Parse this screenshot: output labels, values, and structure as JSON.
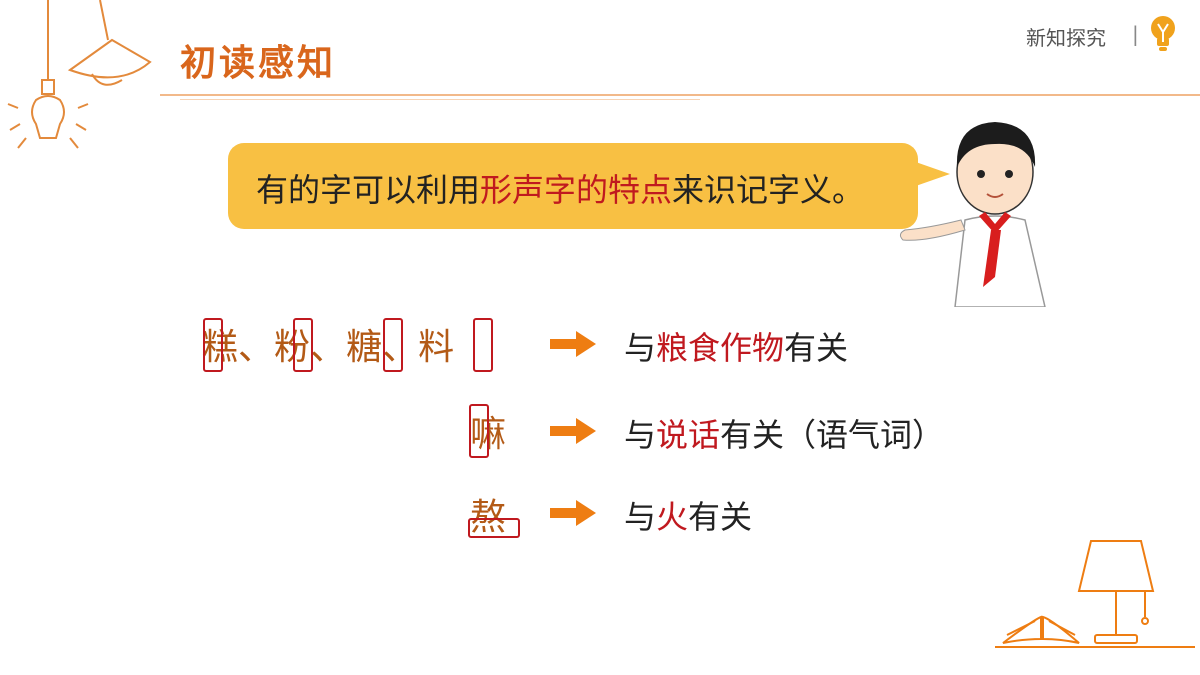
{
  "header": {
    "title": "初读感知",
    "section_tag": "新知探究",
    "separator": "|"
  },
  "bubble": {
    "text_before": "有的字可以利用",
    "text_highlight": "形声字的特点",
    "text_after": "来识记字义。"
  },
  "rows": [
    {
      "chars": [
        "糕",
        "、",
        "粉",
        "、",
        "糖",
        "、",
        "料"
      ],
      "desc_before": "与",
      "desc_highlight": "粮食作物",
      "desc_after": "有关"
    },
    {
      "chars": [
        "嘛"
      ],
      "desc_before": "与",
      "desc_highlight": "说话",
      "desc_after": "有关（语气词）"
    },
    {
      "chars": [
        "熬"
      ],
      "desc_before": "与",
      "desc_highlight": "火",
      "desc_after": "有关"
    }
  ],
  "colors": {
    "accent_orange": "#d9661c",
    "highlight_red": "#c0191f",
    "bubble_yellow": "#f8c043",
    "arrow_orange": "#ee7d12"
  },
  "icons": [
    "hanging-lamp-icon",
    "lightbulb-badge-icon",
    "arrow-right-icon",
    "book-and-lamp-icon"
  ]
}
